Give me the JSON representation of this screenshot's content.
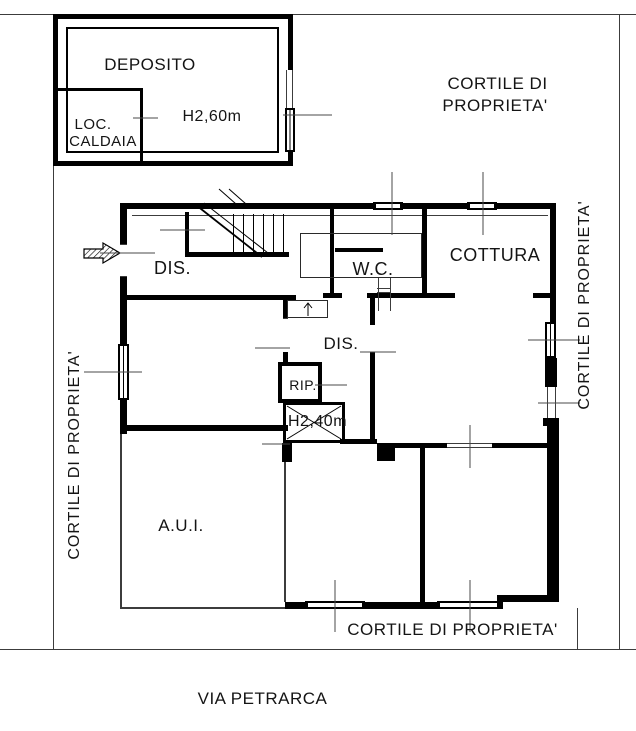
{
  "plan": {
    "street_label": "VIA PETRARCA",
    "courtyards": {
      "top_line1": "CORTILE DI",
      "top_line2": "PROPRIETA'",
      "left": "CORTILE DI PROPRIETA'",
      "right": "CORTILE DI PROPRIETA'",
      "bottom": "CORTILE DI PROPRIETA'"
    },
    "outbuilding": {
      "name": "DEPOSITO",
      "height_note": "H2,60m",
      "boiler_room_line1": "LOC.",
      "boiler_room_line2": "CALDAIA"
    },
    "rooms": {
      "dis_upper": "DIS.",
      "wc": "W.C.",
      "cottura": "COTTURA",
      "dis_lower": "DIS.",
      "rip": "RIP.",
      "closet_height_note": "H2,40m",
      "aui": "A.U.I."
    },
    "colors": {
      "line": "#000000",
      "background": "#ffffff"
    }
  }
}
